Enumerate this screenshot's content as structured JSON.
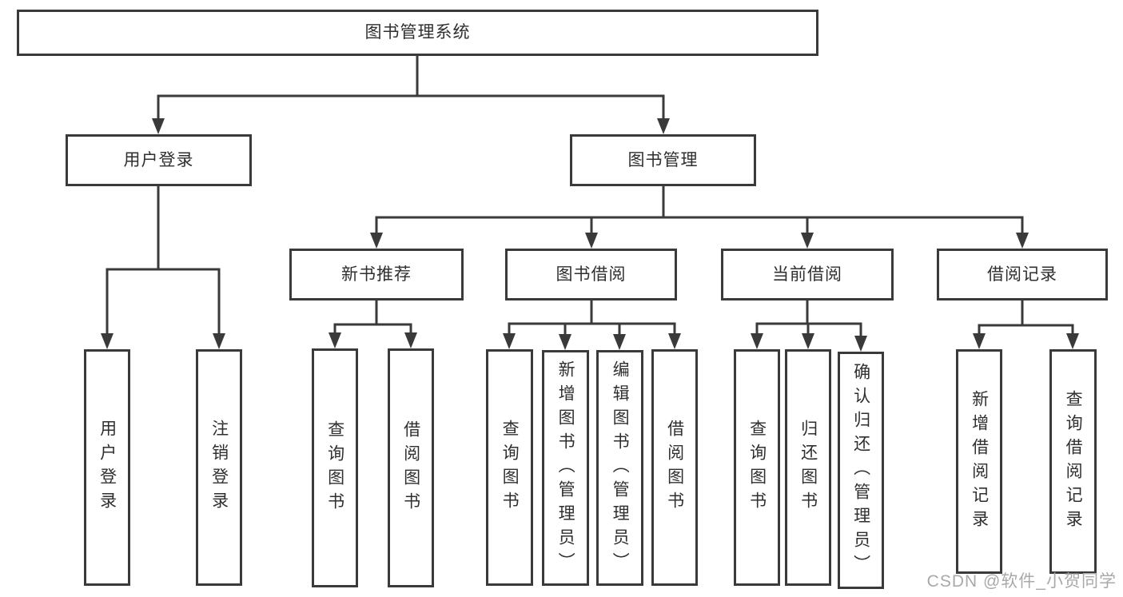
{
  "tree": {
    "label": "图书管理系统",
    "children": [
      {
        "label": "用户登录",
        "children": [
          {
            "label": "用户登录"
          },
          {
            "label": "注销登录"
          }
        ]
      },
      {
        "label": "图书管理",
        "children": [
          {
            "label": "新书推荐",
            "children": [
              {
                "label": "查询图书"
              },
              {
                "label": "借阅图书"
              }
            ]
          },
          {
            "label": "图书借阅",
            "children": [
              {
                "label": "查询图书"
              },
              {
                "label": "新增图书（管理员）"
              },
              {
                "label": "编辑图书（管理员）"
              },
              {
                "label": "借阅图书"
              }
            ]
          },
          {
            "label": "当前借阅",
            "children": [
              {
                "label": "查询图书"
              },
              {
                "label": "归还图书"
              },
              {
                "label": "确认归还（管理员）"
              }
            ]
          },
          {
            "label": "借阅记录",
            "children": [
              {
                "label": "新增借阅记录"
              },
              {
                "label": "查询借阅记录"
              }
            ]
          }
        ]
      }
    ]
  },
  "watermark": "CSDN @软件_小贺同学",
  "colors": {
    "line": "#3a3a3a",
    "border": "#3a3a3a",
    "text": "#2f2f2f",
    "watermark": "#a9a9a9",
    "background": "#ffffff"
  }
}
